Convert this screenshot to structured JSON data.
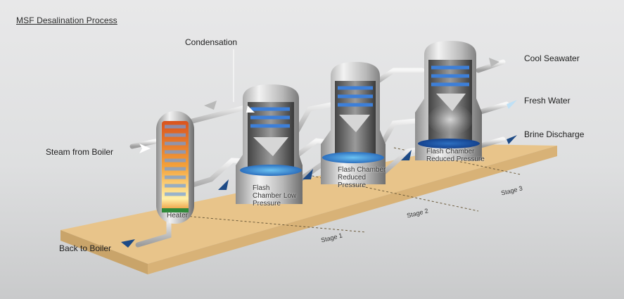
{
  "title": "MSF Desalination Process",
  "labels": {
    "condensation": "Condensation",
    "cool_seawater": "Cool Seawater",
    "fresh_water": "Fresh Water",
    "brine_discharge": "Brine Discharge",
    "steam_from_boiler": "Steam from Boiler",
    "back_to_boiler": "Back to Boiler"
  },
  "components": {
    "heater": "Heater",
    "chamber1": [
      "Flash",
      "Chamber Low",
      "Pressure"
    ],
    "chamber2": [
      "Flash Chamber",
      "Reduced",
      "Pressure"
    ],
    "chamber3": [
      "Flash Chamber",
      "Reduced Pressure"
    ]
  },
  "stages": [
    "Stage 1",
    "Stage 2",
    "Stage 3"
  ],
  "colors": {
    "platform": "#e8c48a",
    "platform_edge": "#c9a46a",
    "brine_arrow": "#1d4a86",
    "fresh_arrow": "#bfe0f5",
    "seawater_arrow": "#b9b9b9",
    "coil": "#3d7fd8",
    "water": "#2f7fd0"
  }
}
